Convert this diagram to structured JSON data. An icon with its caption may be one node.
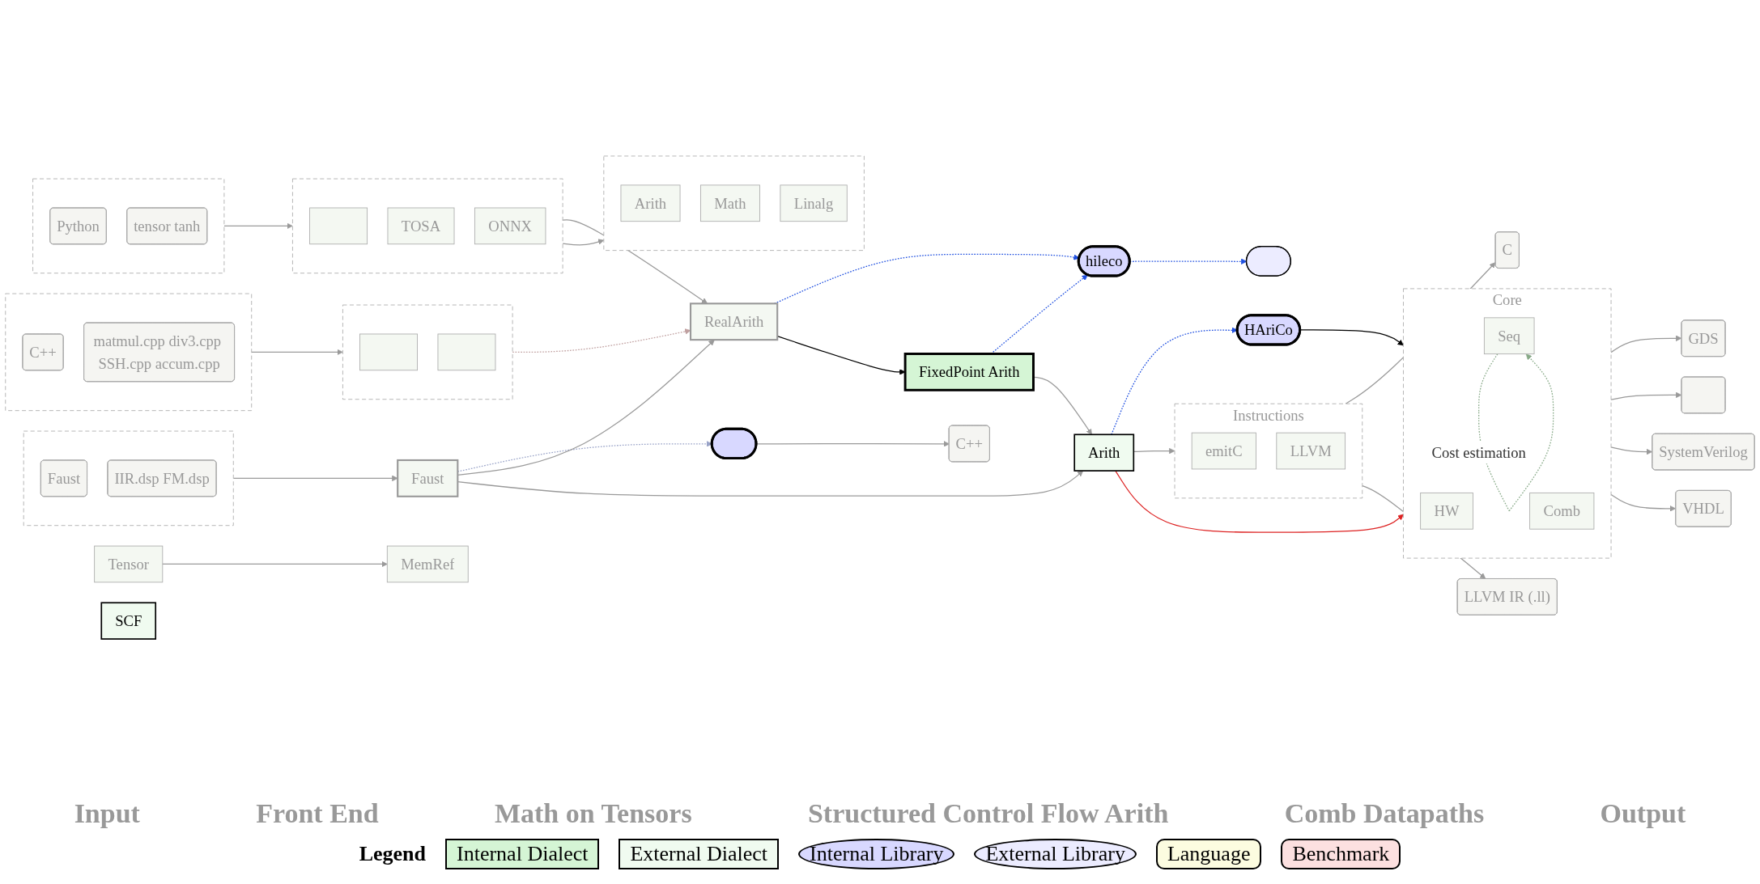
{
  "diagram": {
    "nodes": [
      {
        "text": [],
        "shape": "box"
      },
      {
        "text": [
          "Faust"
        ],
        "in": 0
      },
      {
        "text": [
          "IIR.dsp FM.dsp"
        ],
        "in": 0
      },
      {
        "text": [],
        "shape": "box"
      },
      {
        "text": [
          "C++"
        ],
        "in": 3
      },
      {
        "text": [
          "matmul.cpp div3.cpp SSH.cpp accum.cpp"
        ],
        "in": 3
      },
      {
        "text": [],
        "shape": "box"
      },
      {
        "text": [
          "Python"
        ],
        "in": 6
      },
      {
        "text": [
          "tensor tanh"
        ],
        "in": 6
      },
      {
        "text": [
          "Faust"
        ]
      },
      {
        "text": [],
        "shape": "box"
      },
      {
        "text": [],
        "shape": "box",
        "in": 10
      },
      {
        "text": [],
        "shape": "box",
        "in": 10
      },
      {
        "text": [],
        "shape": "box"
      },
      {
        "text": [],
        "shape": "box",
        "in": 13
      },
      {
        "text": [
          "TOSA"
        ],
        "in": 13
      },
      {
        "text": [
          "ONNX"
        ],
        "in": 13
      },
      {
        "text": [
          "RealArith"
        ]
      },
      {
        "text": [],
        "shape": "box"
      },
      {
        "text": [
          "Arith"
        ],
        "in": 18
      },
      {
        "text": [
          "Math"
        ],
        "in": 18
      },
      {
        "text": [
          "Linalg"
        ],
        "in": 18
      },
      {
        "text": [
          "Tensor"
        ]
      },
      {
        "text": [
          "MemRef"
        ]
      },
      {
        "text": [],
        "shape": "ellipse"
      },
      {
        "text": [
          "hileco"
        ]
      },
      {
        "text": [],
        "shape": "ellipse"
      },
      {
        "text": [
          "Arith"
        ]
      },
      {
        "text": [
          "FixedPoint Arith"
        ]
      },
      {
        "text": [
          "SCF"
        ]
      },
      {
        "text": [
          "HAriCo"
        ]
      },
      {
        "text": [
          "Instructions"
        ]
      },
      {
        "text": [
          "emitC"
        ],
        "in": 31
      },
      {
        "text": [
          "LLVM"
        ],
        "in": 31
      },
      {
        "text": [
          "Core"
        ]
      },
      {
        "text": [
          "HW"
        ],
        "in": 34
      },
      {
        "text": [
          "Comb"
        ],
        "in": 34
      },
      {
        "text": [
          "Seq"
        ],
        "in": 34
      },
      {
        "text": [
          "C++"
        ]
      },
      {
        "text": [
          "C"
        ]
      },
      {
        "text": [
          "LLVM IR (.ll)"
        ]
      },
      {
        "text": [
          "GDS"
        ]
      },
      {
        "text": [],
        "shape": "box"
      },
      {
        "text": [
          "SystemVerilog"
        ]
      },
      {
        "text": [
          "VHDL"
        ]
      }
    ],
    "edges": [
      {
        "from": 0,
        "to": 9,
        "arrow": "to"
      },
      {
        "from": 3,
        "to": 10,
        "arrow": "to"
      },
      {
        "from": 6,
        "to": 13,
        "arrow": "to"
      },
      {
        "from": 9,
        "to": 26,
        "arrow": "to",
        "style": "dashed",
        "color": "#99a3c8"
      },
      {
        "from": 9,
        "to": 17,
        "arrow": "to"
      },
      {
        "from": 9,
        "to": 27,
        "arrow": "to"
      },
      {
        "from": 10,
        "to": 17,
        "arrow": "to",
        "style": "dashed",
        "color": "#c0a0a0"
      },
      {
        "from": 13,
        "to": 17,
        "arrow": "to"
      },
      {
        "from": 13,
        "to": 18,
        "arrow": "to"
      },
      {
        "from": 22,
        "to": 23,
        "arrow": "to"
      },
      {
        "from": 25,
        "to": 24,
        "arrow": "to",
        "style": "dashed",
        "color": "#2050e0"
      },
      {
        "from": 17,
        "to": 25,
        "arrow": "to",
        "style": "dashed",
        "color": "#2050e0"
      },
      {
        "from": 28,
        "to": 25,
        "arrow": "to",
        "style": "dashed",
        "color": "#2050e0"
      },
      {
        "from": 17,
        "to": 28,
        "arrow": "to",
        "color": "#000000"
      },
      {
        "from": 28,
        "to": 27,
        "arrow": "to"
      },
      {
        "from": 27,
        "to": 31,
        "arrow": "to"
      },
      {
        "from": 27,
        "to": 30,
        "arrow": "to",
        "style": "dashed",
        "color": "#2050e0"
      },
      {
        "from": 27,
        "to": 34,
        "arrow": "to",
        "color": "#dd2222"
      },
      {
        "from": 30,
        "to": 34,
        "arrow": "to",
        "color": "#000000"
      },
      {
        "from": 37,
        "to": 37,
        "arrow": "to",
        "label": "Cost estimation",
        "style": "dashed",
        "color": "#88aa88"
      },
      {
        "from": 26,
        "to": 38,
        "arrow": "to"
      },
      {
        "from": 31,
        "to": 39,
        "arrow": "to"
      },
      {
        "from": 31,
        "to": 40,
        "arrow": "to"
      },
      {
        "from": 34,
        "to": 41,
        "arrow": "to"
      },
      {
        "from": 34,
        "to": 42,
        "arrow": "to"
      },
      {
        "from": 34,
        "to": 43,
        "arrow": "to"
      },
      {
        "from": 34,
        "to": 44,
        "arrow": "to"
      }
    ],
    "labels": [
      "Input",
      "Front End",
      "Math on Tensors",
      "Structured Control Flow Arith",
      "Comb Datapaths",
      "Output",
      "Legend"
    ],
    "legend": [
      {
        "text": "Internal Dialect",
        "color": "#d5f5d5"
      },
      {
        "text": "External Dialect",
        "color": "#f0fbf0"
      },
      {
        "text": "Internal Library",
        "color": "#d8d8ff"
      },
      {
        "text": "External Library",
        "color": "#ececff"
      },
      {
        "text": "Language",
        "color": "#fcfce0"
      },
      {
        "text": "Benchmark",
        "color": "#fce0e0"
      }
    ]
  }
}
